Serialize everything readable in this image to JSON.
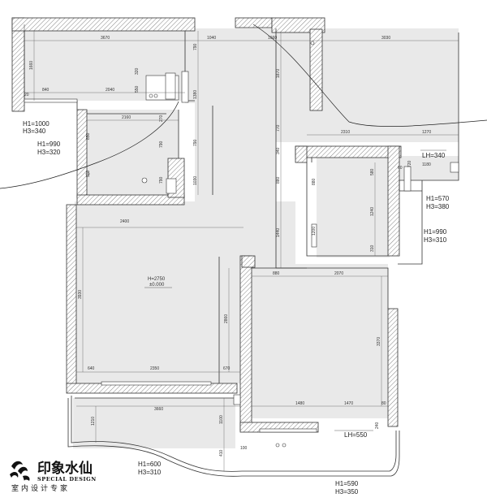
{
  "dimensions": {
    "top_3670": "3670",
    "top_1040": "1040",
    "top_1660": "1660",
    "top_3030": "3030",
    "v_1660": "1660",
    "v_790a": "790",
    "v_1870": "1870",
    "h_840": "840",
    "h_2040": "2040",
    "v_550": "550",
    "v_320": "320",
    "v_1380": "1380",
    "h_2160": "2160",
    "v_270": "270",
    "v_850": "850",
    "v_790b": "790",
    "v_790c": "790",
    "v_980": "980",
    "v_790d": "790",
    "v_1030": "1030",
    "v_770": "770",
    "v_340": "340",
    "v_880a": "880",
    "v_1440": "1440",
    "h_2310": "2310",
    "h_1270": "1270",
    "h_1180": "1180",
    "v_720": "720",
    "v_580": "580",
    "v_880b": "880",
    "v_1240": "1240",
    "v_1200": "1200",
    "v_310": "310",
    "h_2400": "2400",
    "v_3930": "3930",
    "h_880": "880",
    "h_2070": "2070",
    "v_2860": "2860",
    "v_3370": "3370",
    "h_640": "640",
    "h_2350": "2350",
    "h_670": "670",
    "h_3660": "3660",
    "v_1210": "1210",
    "v_1100": "1100",
    "h_1480": "1480",
    "h_1470": "1470",
    "v_240": "240",
    "v_410": "410",
    "h_100": "100",
    "v_80": "80",
    "v_20": "20",
    "h_60": "60"
  },
  "room": {
    "height": "H=2750",
    "level": "±0.000"
  },
  "notes": {
    "h1_1000": "H1=1000",
    "h3_340": "H3=340",
    "h1_990a": "H1=990",
    "h3_320": "H3=320",
    "lh_340": "LH=340",
    "h1_570": "H1=570",
    "h3_380": "H3=380",
    "h1_990b": "H1=990",
    "h3_310a": "H3=310",
    "lh_550": "LH=550",
    "h1_600": "H1=600",
    "h3_310b": "H3=310",
    "h1_590": "H1=590",
    "h3_350": "H3=350"
  },
  "logo": {
    "name": "印象水仙",
    "english": "SPECIAL DESIGN",
    "subtitle": "室内设计专家"
  }
}
